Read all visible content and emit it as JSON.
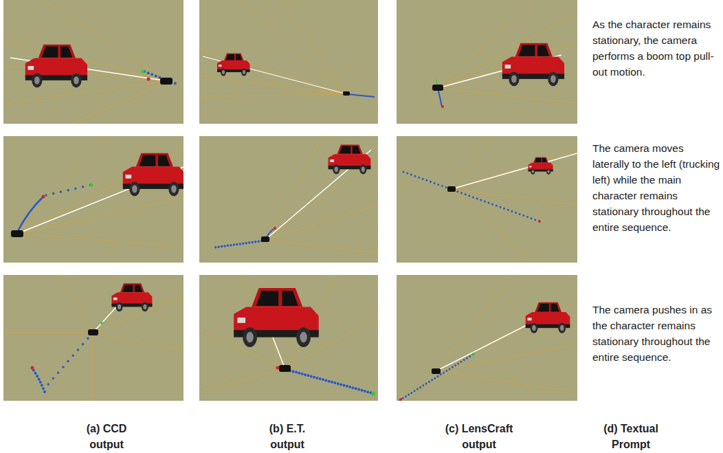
{
  "diagram": {
    "labels": [
      "As the character remains stationary, the camera performs a boom top pull-out motion.",
      "The camera moves laterally to the left (trucking left) while the main character remains stationary throughout the entire sequence.",
      "The camera pushes in as the character remains stationary throughout the entire sequence.",
      "(a) CCD output",
      "(b) E.T. output",
      "(c) LensCraft output",
      "(d) Textual Prompt"
    ]
  }
}
